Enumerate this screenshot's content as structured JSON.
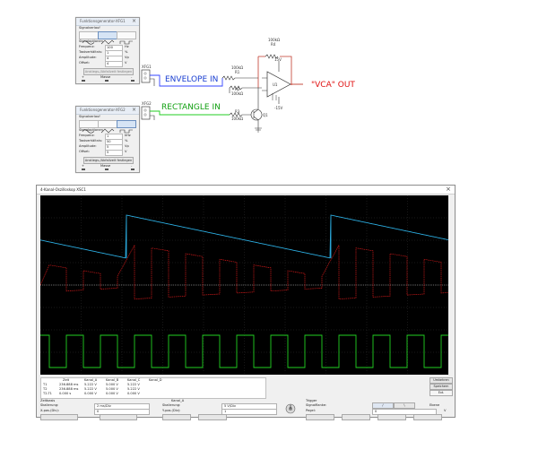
{
  "fg1": {
    "title": "Funktionsgenerator-XFG1",
    "section_wave": "Signalverlauf",
    "section_params": "Signaloptionen",
    "rows": [
      {
        "label": "Frequenz:",
        "value": "100",
        "unit": "Hz"
      },
      {
        "label": "Tastverhältnis:",
        "value": "1",
        "unit": "%"
      },
      {
        "label": "Amplitude:",
        "value": "4",
        "unit": "Vp"
      },
      {
        "label": "Offset:",
        "value": "4",
        "unit": "V"
      }
    ],
    "button": "Anstiegs-/Abfallzeit festlegen",
    "terms": [
      "+",
      "Masse",
      "-"
    ]
  },
  "fg2": {
    "title": "Funktionsgenerator-XFG2",
    "section_wave": "Signalverlauf",
    "section_params": "Signaloptionen",
    "rows": [
      {
        "label": "Frequenz:",
        "value": "1",
        "unit": "kHz"
      },
      {
        "label": "Tastverhältnis:",
        "value": "50",
        "unit": "%"
      },
      {
        "label": "Amplitude:",
        "value": "5",
        "unit": "Vp"
      },
      {
        "label": "Offset:",
        "value": "5",
        "unit": "V"
      }
    ],
    "button": "Anstiegs-/Abfallzeit festlegen",
    "terms": [
      "+",
      "Masse",
      "-"
    ]
  },
  "schematic": {
    "xfg1": "XFG1",
    "xfg2": "XFG2",
    "envelope_label": "ENVELOPE IN",
    "rectangle_label": "RECTANGLE IN",
    "vca_out": "\"VCA\" OUT",
    "r4_value": "100kΩ",
    "r4_name": "R4",
    "r1_value": "100kΩ",
    "r1_name": "R1",
    "r2_name": "R2",
    "r2_value": "100kΩ",
    "r3_name": "R3",
    "r3_value": "100kΩ",
    "q1": "Q1",
    "u1": "U1",
    "vplus": "15V",
    "vminus": "-15V",
    "colors": {
      "envelope": "#1a3fd1",
      "rectangle": "#12a012",
      "vca": "#e01010"
    }
  },
  "scope": {
    "title": "4-Kanal-Oszilloskop XSC1",
    "right_buttons": [
      "Umkehren",
      "Speichern",
      "Ext."
    ],
    "readout": {
      "headers": [
        "Zeit",
        "Kanal_A",
        "Kanal_B",
        "Kanal_C",
        "Kanal_D"
      ],
      "rows": [
        {
          "label": "T1",
          "values": [
            "236.888 ms",
            "5.222 V",
            "5.000 V",
            "5.222 V"
          ]
        },
        {
          "label": "T2",
          "values": [
            "236.888 ms",
            "5.222 V",
            "5.000 V",
            "5.222 V"
          ]
        },
        {
          "label": "T2-T1",
          "values": [
            "0.000 s",
            "0.000 V",
            "0.000 V",
            "0.000 V"
          ]
        }
      ]
    },
    "controls": {
      "timebase": "Zeitbasis",
      "skalierung": "Skalierung:",
      "timebase_value": "2 ms/Div",
      "xpos_label": "X-pos.(Div):",
      "xpos_value": "0",
      "kanal": "Kanal_A",
      "ch_scale_value": "5 V/Div",
      "ypos_label": "Y-pos.(Div):",
      "ypos_value": "1",
      "trigger": "Trigger",
      "flanke": "Signalflanke:",
      "pegel": "Pegel:",
      "pegel_value": "0",
      "pegel_unit": "V",
      "ebene": "Ebene"
    }
  }
}
